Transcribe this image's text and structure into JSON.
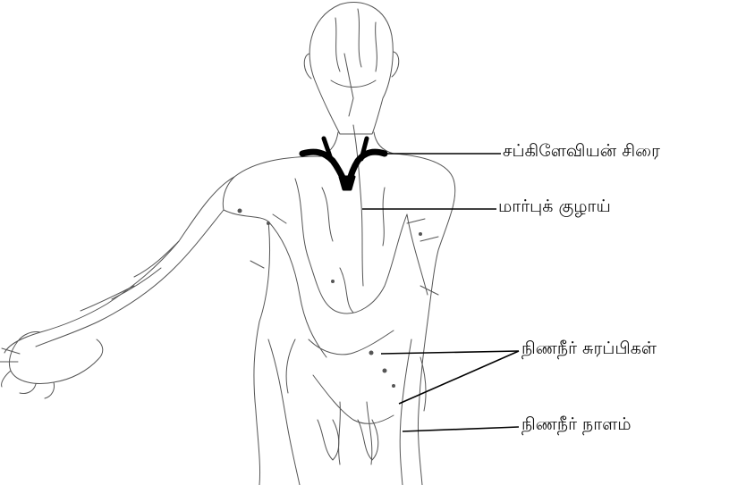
{
  "labels": {
    "subclavian_vein": "சப்கிளேவியன் சிரை",
    "thoracic_duct": "மார்புக் குழாய்",
    "lymph_nodes": "நிணநீர் சுரப்பிகள்",
    "lymph_vessel": "நிணநீர் நாளம்"
  },
  "colors": {
    "line": "#444444",
    "vein": "#000000",
    "background": "#ffffff"
  }
}
